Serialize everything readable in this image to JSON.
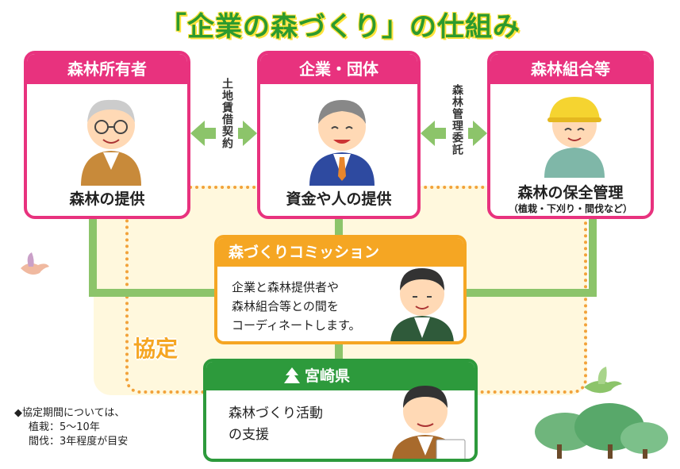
{
  "title": "「企業の森づくり」の仕組み",
  "owner": {
    "header": "森林所有者",
    "caption": "森林の提供"
  },
  "company": {
    "header": "企業・団体",
    "caption": "資金や人の提供"
  },
  "union": {
    "header": "森林組合等",
    "caption": "森林の保全管理",
    "subcaption": "（植栽・下刈り・間伐など）"
  },
  "contract_land": "土地賃借契約",
  "contract_manage": "森林管理委託",
  "commission": {
    "header": "森づくりコミッション",
    "lines": [
      "企業と森林提供者や",
      "森林組合等との間を",
      "コーディネートします。"
    ]
  },
  "agreement": "協定",
  "prefecture": {
    "header": "宮崎県",
    "lines": [
      "森林づくり活動",
      "の支援"
    ]
  },
  "note": {
    "lines": [
      "◆協定期間については、",
      "植栽：5〜10年",
      "間伐：3年程度が目安"
    ]
  },
  "colors": {
    "pink": "#e8327e",
    "green": "#2d9a3c",
    "orange": "#f5a623",
    "lightgreen": "#8cc46a"
  }
}
